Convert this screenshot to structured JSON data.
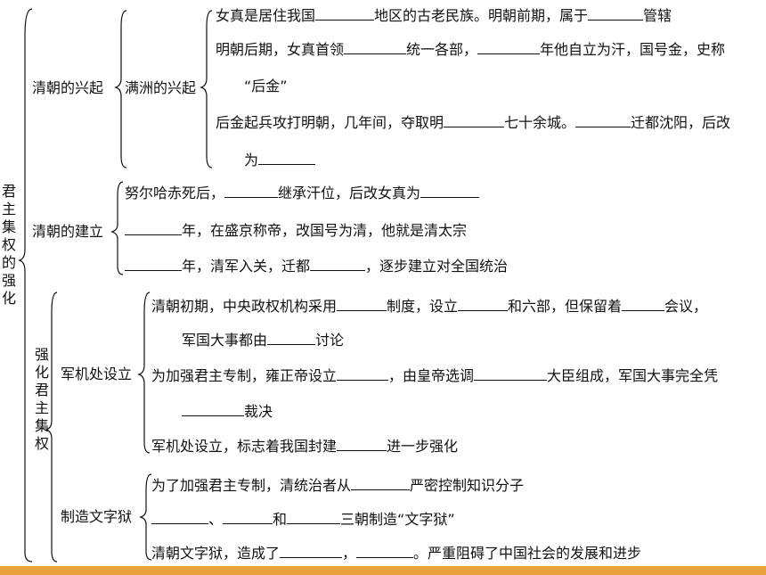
{
  "root": "君主集权的强化",
  "branches": {
    "rise": "清朝的兴起",
    "manchu": "满洲的兴起",
    "establish": "清朝的建立",
    "strengthen": "强化君主集权",
    "junjichu": "军机处设立",
    "wenziyu": "制造文字狱"
  },
  "lines": {
    "r1a": "女真是居住我国",
    "r1b": "地区的古老民族。明朝前期，属于",
    "r1c": "管辖",
    "r2a": "明朝后期，女真首领",
    "r2b": "统一各部，",
    "r2c": "年他自立为汗，国号金，史称",
    "r3": "“后金”",
    "r4a": "后金起兵攻打明朝，几年间，夺取明",
    "r4b": "七十余城。",
    "r4c": "迁都沈阳，后改",
    "r5": "为",
    "e1a": "努尔哈赤死后，",
    "e1b": "继承汗位，后改女真为",
    "e2a": "年，在盛京称帝，改国号为清，他就是清太宗",
    "e3a": "年，清军入关，迁都",
    "e3b": "，逐步建立对全国统治",
    "j1a": "清朝初期，中央政权机构采用",
    "j1b": "制度，设立",
    "j1c": "和六部，但保留着",
    "j1d": "会议，",
    "j2a": "军国大事都由",
    "j2b": "讨论",
    "j3a": "为加强君主专制，雍正帝设立",
    "j3b": "，由皇帝选调",
    "j3c": "大臣组成，军国大事完全凭",
    "j4": "裁决",
    "j5a": "军机处设立，标志着我国封建",
    "j5b": "进一步强化",
    "w1a": "为了加强君主专制，清统治者从",
    "w1b": "严密控制知识分子",
    "w2a": "、",
    "w2b": "和",
    "w2c": "三朝制造“文字狱”",
    "w3a": "清朝文字狱，造成了",
    "w3b": "，",
    "w3c": "。严重阻碍了中国社会的发展和进步"
  }
}
